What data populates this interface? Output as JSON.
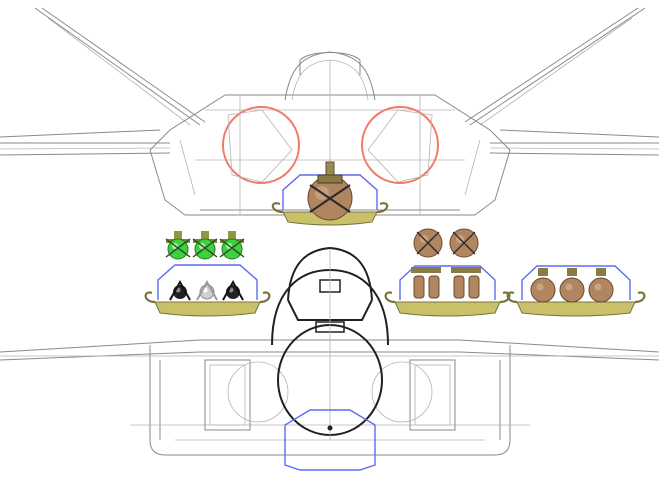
{
  "figure": {
    "subject": "weapon-bay-loadout-comparison",
    "colors": {
      "background": "#ffffff",
      "airframe_line": "#8a8a8a",
      "airframe_dark": "#202020",
      "bay_outline": "#5c6cf0",
      "intake_ring": "#f07a6a",
      "tray": "#c9c06a",
      "store_bronze": "#b08560",
      "store_green": "#3fcf3f",
      "store_dark": "#222222",
      "store_silver": "#d0d0d0"
    },
    "icons": [
      "stealth-fighter-front-view",
      "legacy-fighter-front-view",
      "weapon-bay-tray",
      "bomb-store",
      "small-diameter-bomb-store",
      "missile-store"
    ]
  }
}
